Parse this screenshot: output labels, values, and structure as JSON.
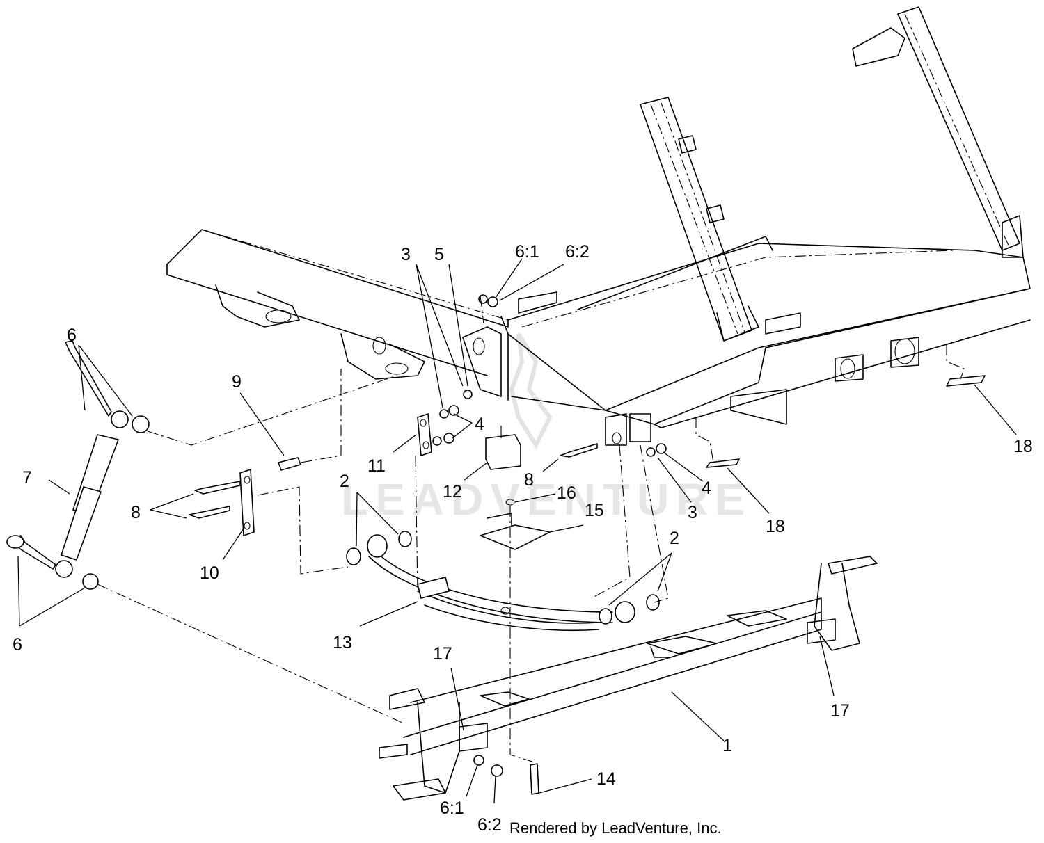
{
  "credit": "Rendered by LeadVenture, Inc.",
  "watermark": "LEADVENTURE",
  "callouts": [
    {
      "label": "1"
    },
    {
      "label": "2"
    },
    {
      "label": "2"
    },
    {
      "label": "3"
    },
    {
      "label": "3"
    },
    {
      "label": "4"
    },
    {
      "label": "4"
    },
    {
      "label": "5"
    },
    {
      "label": "6"
    },
    {
      "label": "6"
    },
    {
      "label": "6:1"
    },
    {
      "label": "6:2"
    },
    {
      "label": "6:1"
    },
    {
      "label": "6:2"
    },
    {
      "label": "7"
    },
    {
      "label": "8"
    },
    {
      "label": "8"
    },
    {
      "label": "9"
    },
    {
      "label": "10"
    },
    {
      "label": "11"
    },
    {
      "label": "12"
    },
    {
      "label": "13"
    },
    {
      "label": "14"
    },
    {
      "label": "15"
    },
    {
      "label": "16"
    },
    {
      "label": "17"
    },
    {
      "label": "17"
    },
    {
      "label": "18"
    },
    {
      "label": "18"
    }
  ]
}
